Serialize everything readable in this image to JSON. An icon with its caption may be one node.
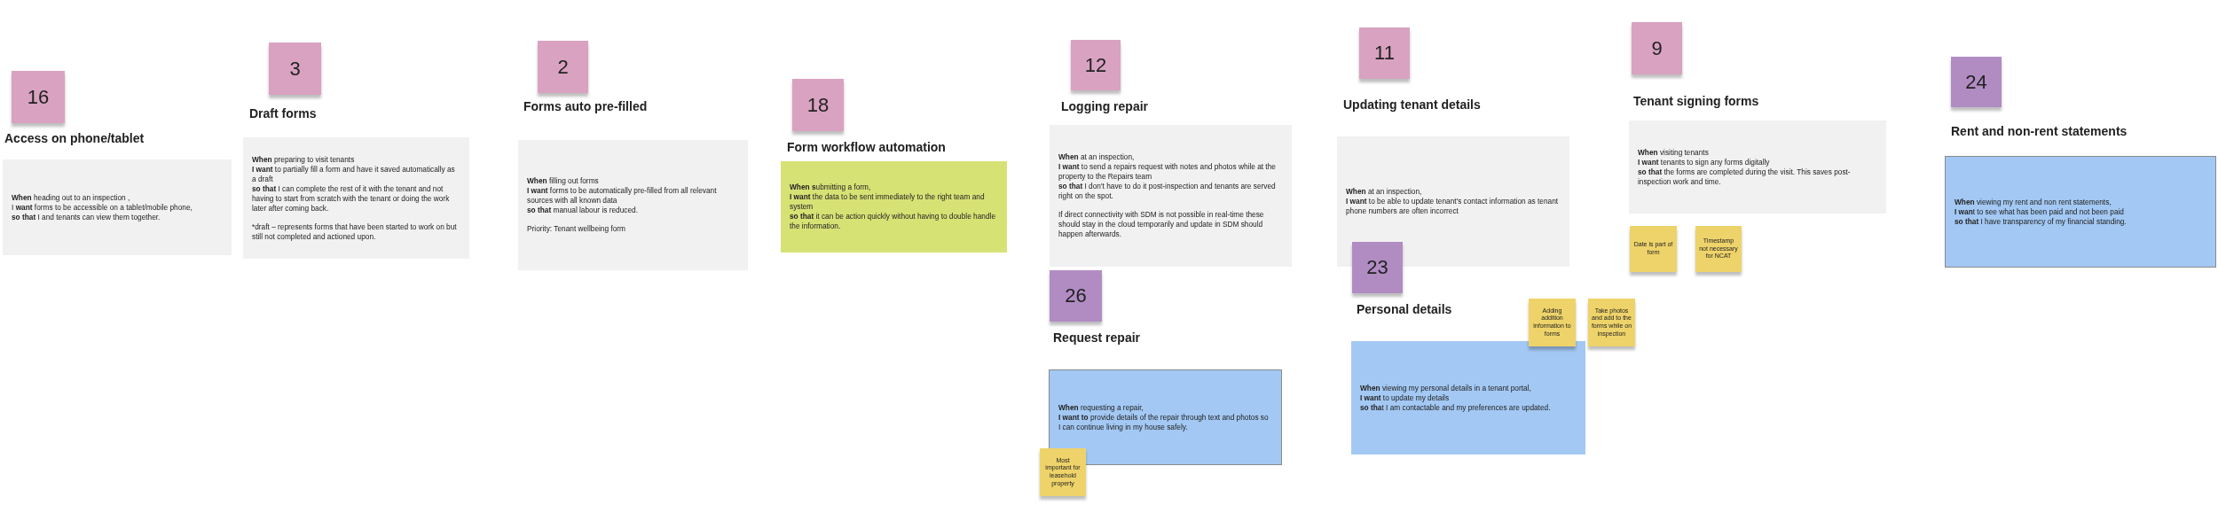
{
  "diagram": {
    "nodes": [
      {
        "text": [
          "16"
        ]
      },
      {
        "text": [
          "Access on phone/tablet",
          "**When** heading out to an inspection ,",
          "I **want** forms to be accessible on a tablet/mobile phone,",
          "**so that** I and tenants can view them together."
        ]
      },
      {
        "text": [
          "3"
        ]
      },
      {
        "text": [
          "Draft forms",
          "**When** preparing to visit tenants",
          "**I want** to partially fill a form and have it saved automatically as a draft",
          "**so that** I can complete the rest of it with the tenant and not having to start from scratch with the tenant or doing the work later after coming back.",
          "*draft – represents forms that have been started to work on but still not completed and actioned upon."
        ]
      },
      {
        "text": [
          "2"
        ]
      },
      {
        "text": [
          "Forms auto pre-filled",
          "**When** filling out forms",
          "**I want** forms to be automatically pre-filled from all relevant sources with all known data",
          "**so that** manual labour is reduced.",
          "Priority: Tenant wellbeing form"
        ]
      },
      {
        "text": [
          "18"
        ]
      },
      {
        "text": [
          "Form workflow automation",
          "**When s**ubmitting a form,",
          "**I want** the data to be sent immediately to the right team and system",
          "**so that** it can be action quickly without having to double handle the information."
        ]
      },
      {
        "text": [
          "12"
        ]
      },
      {
        "text": [
          "Logging repair",
          "**When** at an inspection,",
          "**I want** to send a repairs request with notes and photos while at the property to the Repairs team",
          "**so that** I don't have to do it post-inspection and tenants are served right on the spot.",
          "If direct connectivity with SDM is not possible in real-time these should stay in the cloud temporarily and update in SDM should happen afterwards."
        ]
      },
      {
        "text": [
          "26"
        ]
      },
      {
        "text": [
          "Request repair",
          "**When** requesting a repair,",
          "**I want to** provide details of the repair through text and photos so I can continue living in my house safely."
        ]
      },
      {
        "text": [
          "Most important for leasehold property"
        ]
      },
      {
        "text": [
          "11"
        ]
      },
      {
        "text": [
          "Updating tenant details",
          "**When** at an inspection,",
          "**I want** to be able to update tenant's contact information as tenant phone numbers are often incorrect"
        ]
      },
      {
        "text": [
          "23"
        ]
      },
      {
        "text": [
          "Personal details",
          "**When** viewing my personal details in a tenant portal,",
          "**I want** to update my details",
          "**so tha**t I am contactable and my preferences are updated."
        ]
      },
      {
        "text": [
          "Adding addition information to forms"
        ]
      },
      {
        "text": [
          "Take photos and add to the forms while on inspection"
        ]
      },
      {
        "text": [
          "9"
        ]
      },
      {
        "text": [
          "Tenant signing forms",
          "**When** visiting tenants",
          "**I want** tenants to sign any forms digitally",
          "**so that** the forms are completed during the visit. This saves post-inspection work and time."
        ]
      },
      {
        "text": [
          "Date is part of form"
        ]
      },
      {
        "text": [
          "Timestamp not necessary for NCAT"
        ]
      },
      {
        "text": [
          "24"
        ]
      },
      {
        "text": [
          "Rent and non-rent statements",
          "**When** viewing my rent and non rent statements,",
          "**I wan**t to see what has been paid and not been paid",
          "**so that** I have transparency of my financial standing."
        ]
      }
    ]
  }
}
